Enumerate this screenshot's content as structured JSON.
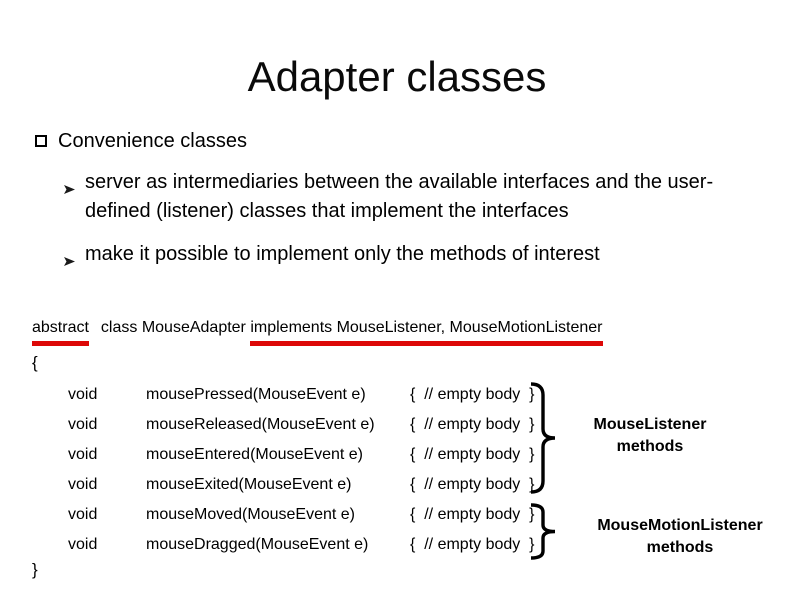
{
  "title": "Adapter classes",
  "colors": {
    "accent_red": "#dd0807",
    "text": "#000000",
    "background": "#ffffff"
  },
  "bullets": {
    "level1": "Convenience classes",
    "sub": [
      "server as intermediaries between the available interfaces and the user-defined (listener) classes that implement the interfaces",
      "make it possible to implement only the methods of interest"
    ]
  },
  "code": {
    "keyword_abstract": "abstract",
    "class_decl": "class MouseAdapter ",
    "implements_clause": "implements MouseListener, MouseMotionListener",
    "open_brace": "{",
    "close_brace": "}",
    "methods": [
      {
        "return_type": "void",
        "signature": "mousePressed(MouseEvent e)",
        "body": "{  // empty body  }"
      },
      {
        "return_type": "void",
        "signature": "mouseReleased(MouseEvent e)",
        "body": "{  // empty body  }"
      },
      {
        "return_type": "void",
        "signature": "mouseEntered(MouseEvent e)",
        "body": "{  // empty body  }"
      },
      {
        "return_type": "void",
        "signature": "mouseExited(MouseEvent e)",
        "body": "{  // empty body  }"
      },
      {
        "return_type": "void",
        "signature": "mouseMoved(MouseEvent e)",
        "body": "{  // empty body  }"
      },
      {
        "return_type": "void",
        "signature": "mouseDragged(MouseEvent e)",
        "body": "{  // empty body  }"
      }
    ]
  },
  "annotations": [
    {
      "line1": "MouseListener",
      "line2": "methods"
    },
    {
      "line1": "MouseMotionListener",
      "line2": "methods"
    }
  ]
}
